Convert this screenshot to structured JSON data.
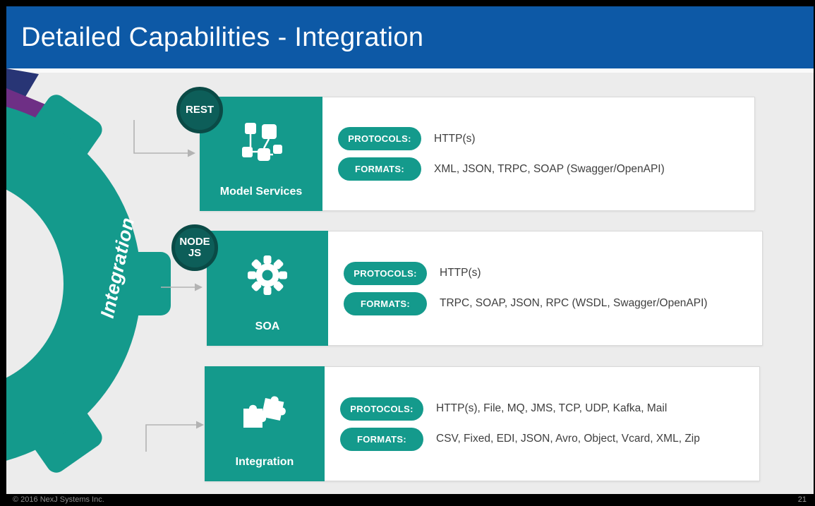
{
  "frame": {
    "title": "Detailed Capabilities - Integration",
    "footer_copyright": "© 2016 NexJ Systems Inc.",
    "page_number": "21"
  },
  "wheel": {
    "label": "Integration"
  },
  "cards": [
    {
      "badge": "REST",
      "icon": "model-services-icon",
      "label": "Model Services",
      "protocols_label": "PROTOCOLS:",
      "protocols_value": "HTTP(s)",
      "formats_label": "FORMATS:",
      "formats_value": "XML, JSON, TRPC, SOAP (Swagger/OpenAPI)"
    },
    {
      "badge": "NODE JS",
      "icon": "gear-icon",
      "label": "SOA",
      "protocols_label": "PROTOCOLS:",
      "protocols_value": "HTTP(s)",
      "formats_label": "FORMATS:",
      "formats_value": "TRPC, SOAP, JSON, RPC (WSDL, Swagger/OpenAPI)"
    },
    {
      "badge": "",
      "icon": "puzzle-icon",
      "label": "Integration",
      "protocols_label": "PROTOCOLS:",
      "protocols_value": "HTTP(s), File, MQ, JMS, TCP, UDP, Kafka, Mail",
      "formats_label": "FORMATS:",
      "formats_value": "CSV, Fixed, EDI, JSON, Avro, Object, Vcard, XML, Zip"
    }
  ],
  "colors": {
    "header_blue": "#0d59a6",
    "teal": "#149a8c",
    "badge_teal": "#0d5e59",
    "slide_bg": "#ececec",
    "value_text": "#3f3f3f"
  }
}
